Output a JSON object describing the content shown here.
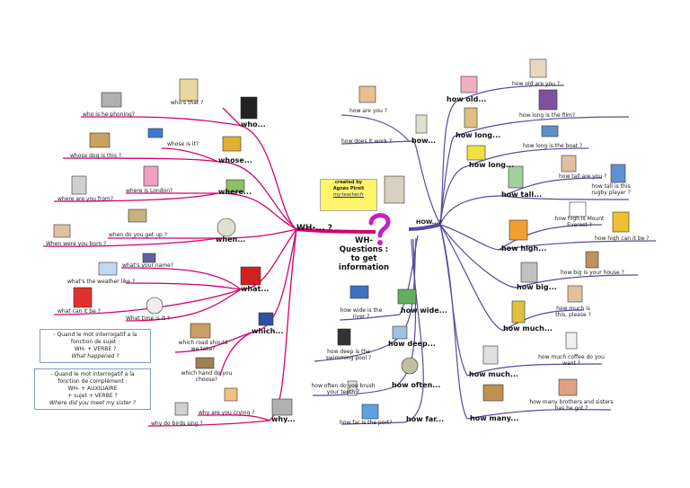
{
  "center": {
    "title_line1": "WH-",
    "title_line2": "Questions :",
    "title_line3": "to get",
    "title_line4": "information"
  },
  "credit": {
    "line1": "created by",
    "line2": "Agnès Piroit",
    "line3": "my-teacher.fr"
  },
  "wh_branch": {
    "root": "WH-... ?",
    "nodes": [
      {
        "key": "who...",
        "questions": [
          "who's that ?",
          "who is he phoning?"
        ]
      },
      {
        "key": "whose...",
        "questions": [
          "whose is it?",
          "whose dog is this ?"
        ]
      },
      {
        "key": "where...",
        "questions": [
          "where is London?",
          "where are you from?"
        ]
      },
      {
        "key": "when...",
        "questions": [
          "when do you get up ?",
          "When were you born ?"
        ]
      },
      {
        "key": "what...",
        "questions": [
          "what's your name?",
          "what's the weather like ?",
          "what can it be ?",
          "What time is it ?"
        ]
      },
      {
        "key": "which...",
        "questions": [
          "which road should we take?",
          "which hand do you choose?"
        ]
      },
      {
        "key": "why...",
        "questions": [
          "why are you crying ?",
          "why do birds sing ?"
        ]
      }
    ]
  },
  "how_branch": {
    "root": "HOW...?",
    "nodes": [
      {
        "key": "how...",
        "questions": [
          "how are you ?",
          "how does it work ?"
        ]
      },
      {
        "key": "how old...",
        "questions": [
          "how old are you ?"
        ]
      },
      {
        "key": "how long...",
        "questions": [
          "how long is the film?"
        ]
      },
      {
        "key": "how long...",
        "questions": [
          "how long is the boat ?"
        ]
      },
      {
        "key": "how tall...",
        "questions": [
          "how tall are you ?",
          "how tall is this rugby player ?"
        ]
      },
      {
        "key": "how high...",
        "questions": [
          "how high is Mount Everest ?",
          "how high can it be ?"
        ]
      },
      {
        "key": "how big...",
        "questions": [
          "how big is your house ?"
        ]
      },
      {
        "key": "how much...",
        "questions": [
          "how much is this, please ?"
        ]
      },
      {
        "key": "how much...",
        "questions": [
          "how much coffee do you want ?"
        ]
      },
      {
        "key": "how many...",
        "questions": [
          "how many brothers and sisters has he got ?"
        ]
      },
      {
        "key": "how wide...",
        "questions": [
          "how wide is the river ?"
        ]
      },
      {
        "key": "how deep...",
        "questions": [
          "how deep is the swimming pool ?"
        ]
      },
      {
        "key": "how often...",
        "questions": [
          "how often do you brush your teeth ?"
        ]
      },
      {
        "key": "how far...",
        "questions": [
          "how far is the port?"
        ]
      }
    ]
  },
  "notes": {
    "subject": {
      "line1": "- Quand le mot interrogatif a la",
      "line2": "fonction de sujet :",
      "line3": "WH-    +    VERBE  ?",
      "line4": "What happened ?"
    },
    "complement": {
      "line1": "- Quand le mot interrogatif a la",
      "line2": "fonction de complément :",
      "line3": "WH-    +    AUXILIAIRE",
      "line4": "+  sujet   + VERBE  ?",
      "line5": "Where did you meet my sister ?"
    }
  },
  "colors": {
    "wh_branch": "#d4006e",
    "how_branch": "#5a4a9c",
    "question_mark": "#c81ec8",
    "credit_bg": "#fff46a"
  }
}
